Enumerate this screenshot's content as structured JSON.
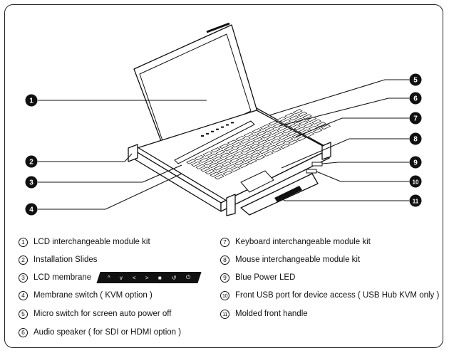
{
  "callouts": [
    "1",
    "2",
    "3",
    "4",
    "5",
    "6",
    "7",
    "8",
    "9",
    "10",
    "11"
  ],
  "legend": {
    "left": [
      {
        "num": "1",
        "text": "LCD interchangeable module kit"
      },
      {
        "num": "2",
        "text": "Installation Slides"
      },
      {
        "num": "3",
        "text": "LCD membrane"
      },
      {
        "num": "4",
        "text": "Membrane switch ( KVM option )"
      },
      {
        "num": "5",
        "text": "Micro switch for screen auto power off"
      },
      {
        "num": "6",
        "text": "Audio speaker ( for SDI or HDMI option )"
      }
    ],
    "right": [
      {
        "num": "7",
        "text": "Keyboard interchangeable module kit"
      },
      {
        "num": "8",
        "text": "Mouse interchangeable module kit"
      },
      {
        "num": "9",
        "text": "Blue Power LED"
      },
      {
        "num": "10",
        "text": "Front USB port for device access ( USB Hub KVM only )"
      },
      {
        "num": "11",
        "text": "Molded front handle"
      }
    ]
  },
  "membrane_icons": [
    "^",
    "v",
    "<",
    ">",
    "■",
    "↺",
    "⏻"
  ]
}
